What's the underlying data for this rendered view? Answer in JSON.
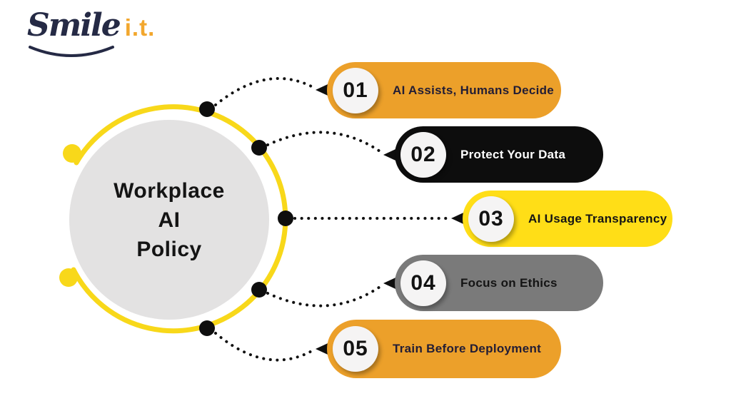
{
  "page": {
    "background": "#FFFFFF"
  },
  "logo": {
    "brand": "Smile",
    "suffix": "i.t.",
    "brand_color": "#252A45",
    "suffix_color": "#F2A72E"
  },
  "center": {
    "title_lines": [
      "Workplace",
      "AI",
      "Policy"
    ],
    "title_text": "Workplace AI Policy",
    "circle_color": "#E3E2E2",
    "text_color": "#141414",
    "arc_color": "#F8D81A",
    "node_color": "#0E0E0E",
    "connector_color": "#111111"
  },
  "badge": {
    "bg": "#F5F4F4",
    "number_color": "#121212"
  },
  "items": [
    {
      "number": "01",
      "label": "AI Assists, Humans Decide",
      "bg": "#ECA02A",
      "text_color": "#221D35"
    },
    {
      "number": "02",
      "label": "Protect Your Data",
      "bg": "#0D0D0D",
      "text_color": "#FFFFFF"
    },
    {
      "number": "03",
      "label": "AI Usage Transparency",
      "bg": "#FFDE17",
      "text_color": "#141414"
    },
    {
      "number": "04",
      "label": "Focus on Ethics",
      "bg": "#7A7A7A",
      "text_color": "#141414"
    },
    {
      "number": "05",
      "label": "Train Before Deployment",
      "bg": "#ECA02A",
      "text_color": "#221D35"
    }
  ]
}
